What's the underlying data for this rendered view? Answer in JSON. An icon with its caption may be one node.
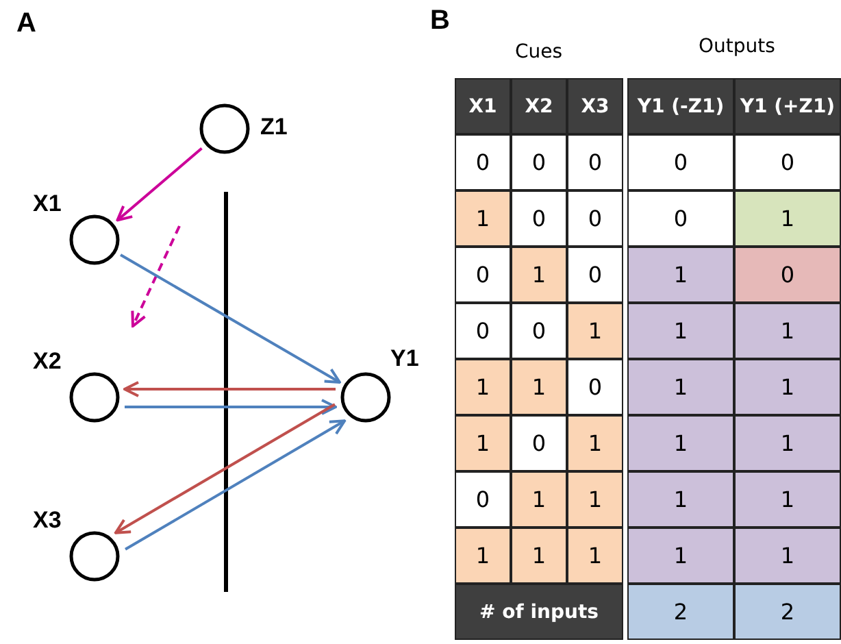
{
  "diagram": {
    "nodes": [
      {
        "text": [
          "Z1"
        ]
      },
      {
        "text": [
          "X1"
        ]
      },
      {
        "text": [
          "X2"
        ]
      },
      {
        "text": [
          "X3"
        ]
      },
      {
        "text": [
          "Y1"
        ]
      }
    ],
    "edges": [
      {
        "from": 0,
        "to": 1,
        "arrow": "to",
        "color": "#cc0099"
      },
      {
        "from": 1,
        "to": 4,
        "arrow": "to",
        "color": "#4f81bd"
      },
      {
        "from": 4,
        "to": 2,
        "arrow": "to",
        "color": "#c0504d"
      },
      {
        "from": 2,
        "to": 4,
        "arrow": "to",
        "color": "#4f81bd"
      },
      {
        "from": 4,
        "to": 3,
        "arrow": "to",
        "color": "#c0504d"
      },
      {
        "from": 3,
        "to": 4,
        "arrow": "to",
        "color": "#4f81bd"
      }
    ],
    "labels": [
      "A",
      "B",
      "Cues",
      "Outputs",
      "X1",
      "X2",
      "X3",
      "Y1 (-Z1)",
      "Y1 (+Z1)",
      "0",
      "0",
      "0",
      "0",
      "0",
      "1",
      "0",
      "0",
      "0",
      "1",
      "0",
      "1",
      "0",
      "1",
      "0",
      "0",
      "0",
      "1",
      "1",
      "1",
      "1",
      "1",
      "0",
      "1",
      "1",
      "1",
      "0",
      "1",
      "1",
      "1",
      "0",
      "1",
      "1",
      "1",
      "1",
      "1",
      "1",
      "1",
      "1",
      "1",
      "# of inputs",
      "2",
      "2"
    ]
  }
}
